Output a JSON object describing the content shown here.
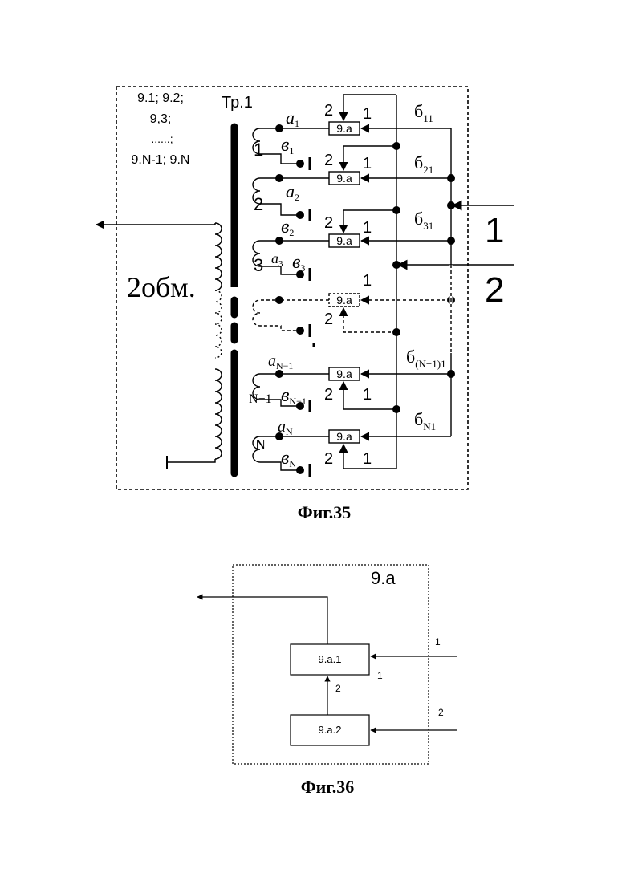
{
  "fig35": {
    "caption": "Фиг.35",
    "group_label_lines": [
      "9.1; 9.2;",
      "9,3;",
      "......;",
      "9.N-1; 9.N"
    ],
    "transformer_label": "Тр.1",
    "secondary_label": "2обм.",
    "block_label": "9.a",
    "input_labels": [
      "1",
      "2"
    ],
    "port_labels": [
      "1",
      "2"
    ],
    "coil_numbers": [
      "1",
      "2",
      "3",
      "N−1",
      "N"
    ],
    "tap_a": {
      "base": "a",
      "subs": [
        "1",
        "2",
        "3",
        "N−1",
        "N"
      ]
    },
    "tap_b": {
      "base": "в",
      "subs": [
        "1",
        "2",
        "3",
        "N−1",
        "N"
      ]
    },
    "line_labels": {
      "base": "б",
      "subs": [
        "11",
        "21",
        "31",
        "(N−1)1",
        "N1"
      ]
    }
  },
  "fig36": {
    "caption": "Фиг.36",
    "title": "9.a",
    "block1": "9.a.1",
    "block2": "9.a.2",
    "input1": "1",
    "input2": "2",
    "port1": "1",
    "port2": "2"
  }
}
